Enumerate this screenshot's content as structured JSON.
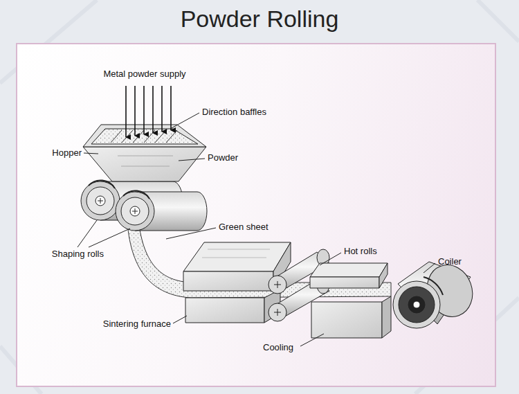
{
  "diagram": {
    "title": "Powder Rolling",
    "labels": [
      "Metal powder supply",
      "Direction baffles",
      "Hopper",
      "Powder",
      "Shaping rolls",
      "Green sheet",
      "Hot rolls",
      "Coiler",
      "Sintering furnace",
      "Cooling"
    ]
  }
}
